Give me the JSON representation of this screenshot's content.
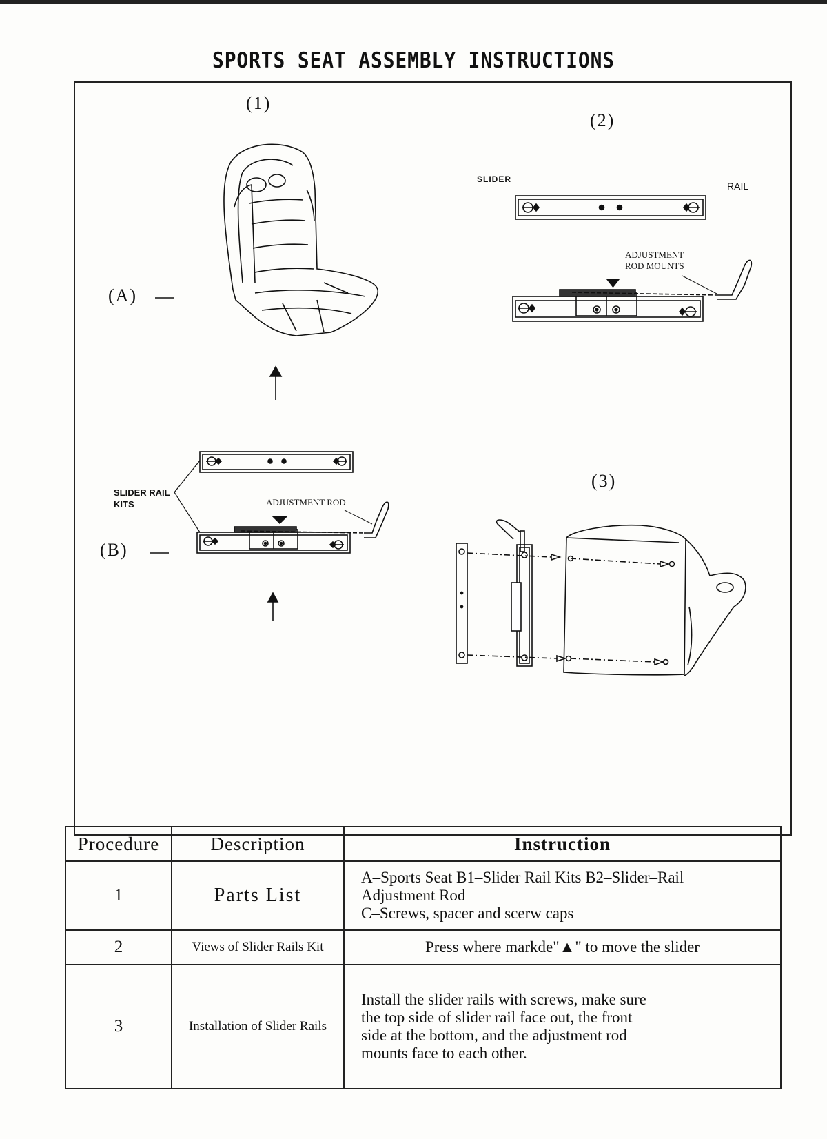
{
  "title": "SPORTS SEAT ASSEMBLY  INSTRUCTIONS",
  "figures": {
    "fig1": "(1)",
    "fig2": "(2)",
    "fig3": "(3)",
    "partA": "(A)",
    "partB": "(B)"
  },
  "callouts": {
    "slider": "SLIDER",
    "rail": "RAIL",
    "adjustment_rod_mounts_line1": "ADJUSTMENT",
    "adjustment_rod_mounts_line2": "ROD MOUNTS",
    "slider_rail_kits_line1": "SLIDER RAIL",
    "slider_rail_kits_line2": "KITS",
    "adjustment_rod": "ADJUSTMENT ROD"
  },
  "table": {
    "headers": [
      "Procedure",
      "Description",
      "Instruction"
    ],
    "rows": [
      {
        "num": "1",
        "description": "Parts List",
        "instruction_lines": [
          "A–Sports Seat B1–Slider Rail Kits B2–Slider–Rail",
          "Adjustment Rod",
          "C–Screws, spacer and scerw caps"
        ]
      },
      {
        "num": "2",
        "description": "Views of Slider Rails Kit",
        "instruction_lines": [
          "Press where markde\"▲\" to move the slider"
        ]
      },
      {
        "num": "3",
        "description": "Installation of Slider Rails",
        "instruction_lines": [
          "Install the slider rails with screws, make sure",
          "the top side of slider rail face out, the front",
          "side at the bottom, and the adjustment rod",
          "mounts face to each other."
        ]
      }
    ]
  }
}
